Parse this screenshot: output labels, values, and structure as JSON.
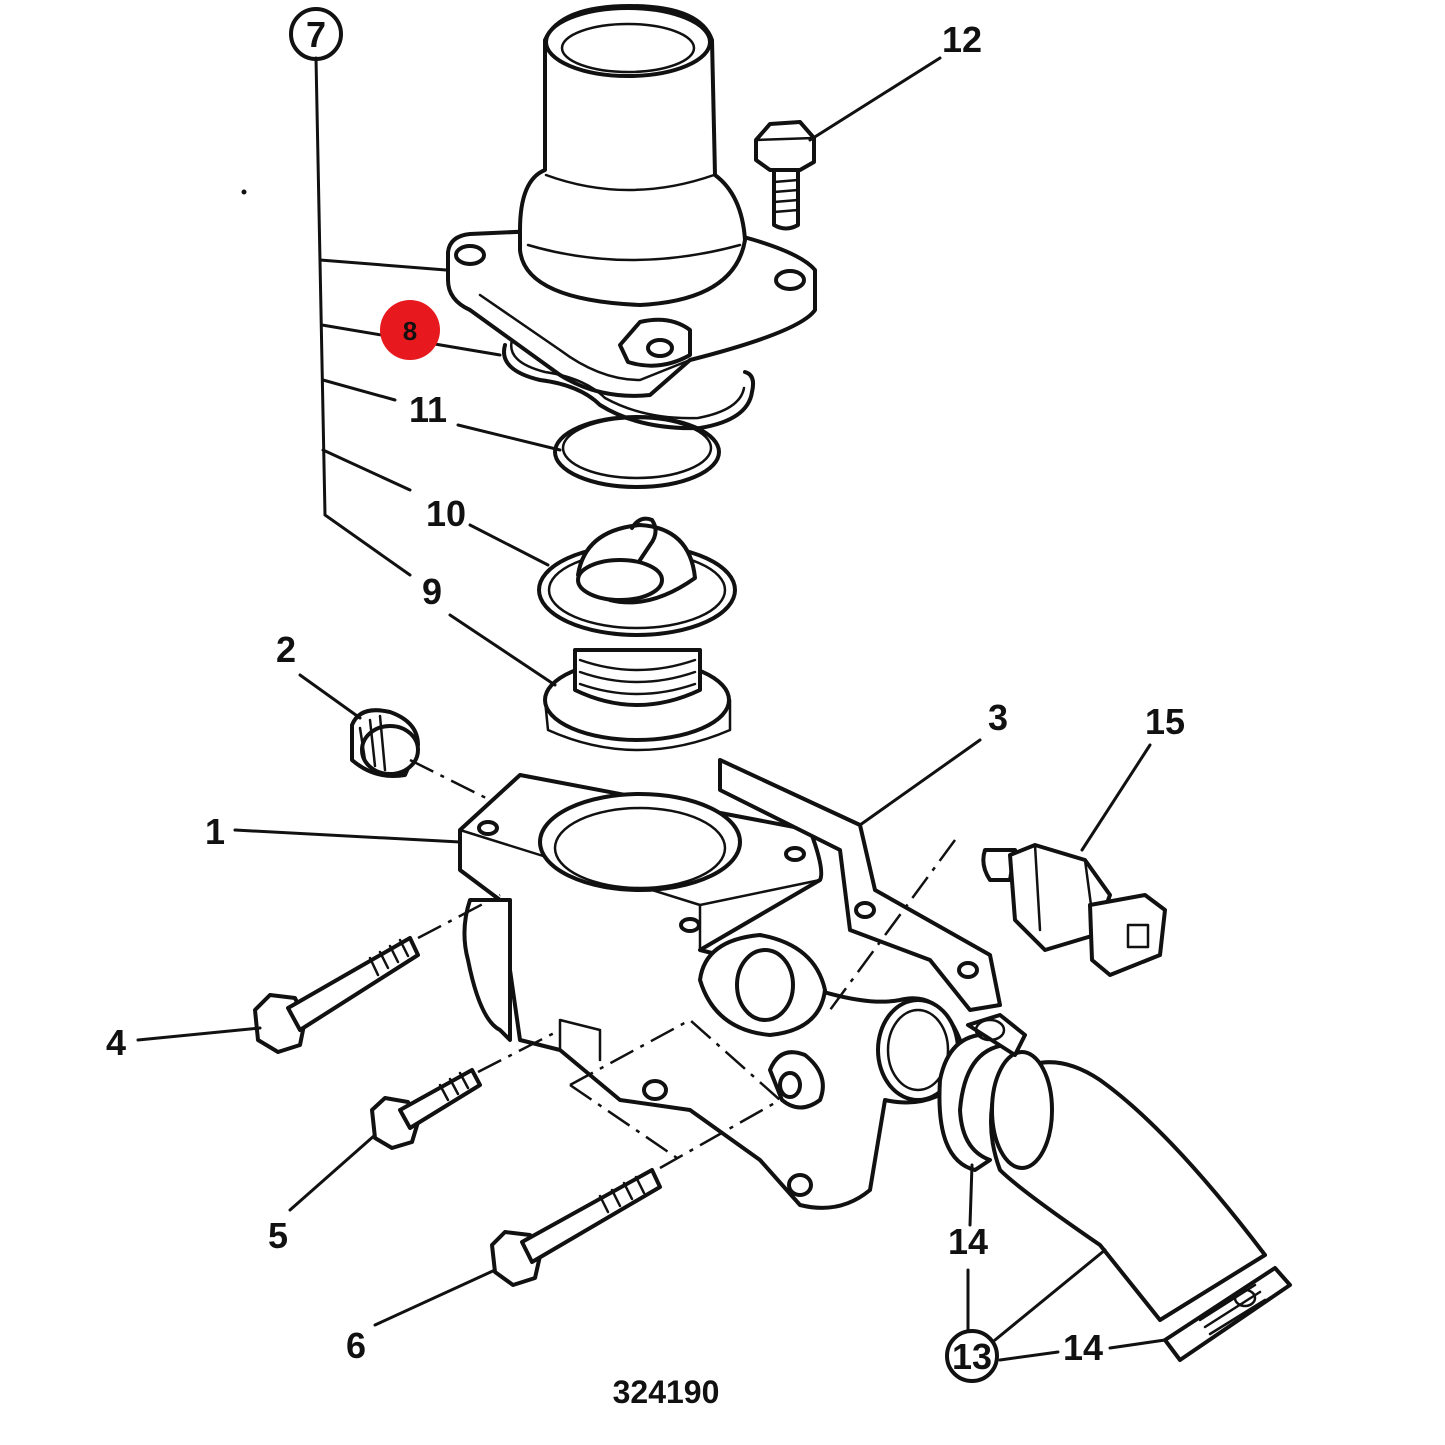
{
  "diagram": {
    "callouts": [
      "7",
      "12",
      "8",
      "11",
      "10",
      "9",
      "2",
      "3",
      "15",
      "1",
      "4",
      "5",
      "6",
      "14",
      "13",
      "14"
    ],
    "reference_number": "324190",
    "highlight_color": "#e8191e"
  }
}
